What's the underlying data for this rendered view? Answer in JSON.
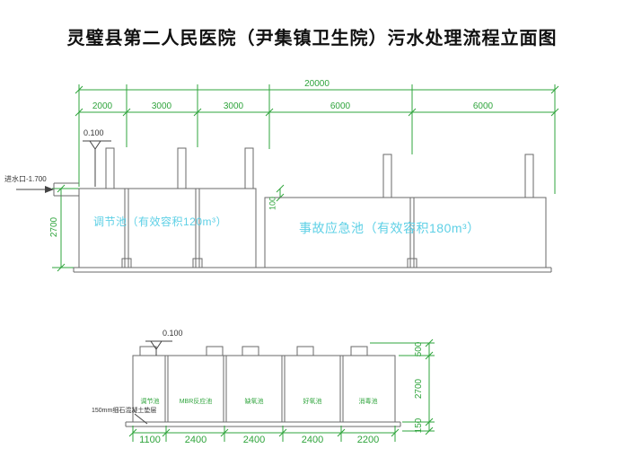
{
  "title": "灵璧县第二人民医院（尹集镇卫生院）污水处理流程立面图",
  "colors": {
    "dimension_green": "#2fa43c",
    "tank_label_cyan": "#5ed0e6",
    "structure_gray": "#6a6a6a",
    "text_black": "#333333"
  },
  "top_drawing": {
    "total_dim": "20000",
    "segment_dims": [
      "2000",
      "3000",
      "3000",
      "6000",
      "6000"
    ],
    "elevation": "0.100",
    "inlet_label": "进水口-1.700",
    "left_height_dim": "2700",
    "mid_dim": "100",
    "tank_left_label": "调节池（有效容积120m³）",
    "tank_right_label": "事故应急池（有效容积180m³）"
  },
  "bottom_drawing": {
    "elevation": "0.100",
    "cushion_note": "150mm细石混凝土垫层",
    "compartments": [
      "调节池",
      "MBR反应池",
      "缺氧池",
      "好氧池",
      "消毒池"
    ],
    "bottom_dims": [
      "1100",
      "2400",
      "2400",
      "2400",
      "2200"
    ],
    "right_dims": [
      "500",
      "2700",
      "150"
    ]
  }
}
